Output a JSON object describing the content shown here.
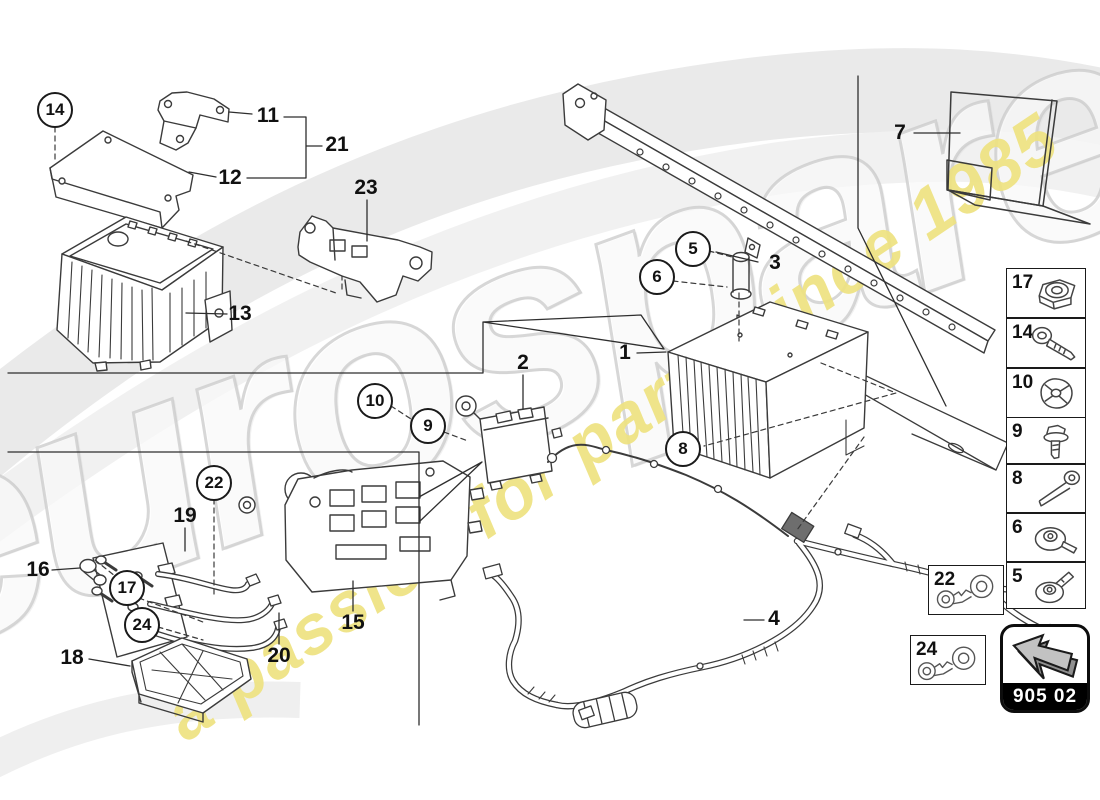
{
  "watermark": {
    "brand": "eurospares",
    "tagline": "a passion for parts since 1985",
    "brand_color": "#d9d9d9",
    "tagline_color": "#eee280"
  },
  "part_code_box": {
    "code": "905 02",
    "icon": "back-arrow-icon"
  },
  "legend": {
    "items": [
      {
        "number": "17",
        "icon": "lock-nut-icon"
      },
      {
        "number": "14",
        "icon": "pan-head-screw-icon"
      },
      {
        "number": "10",
        "icon": "cap-nut-icon"
      },
      {
        "number": "9",
        "icon": "flange-bolt-icon"
      },
      {
        "number": "8",
        "icon": "long-bolt-icon"
      },
      {
        "number": "6",
        "icon": "washer-screw-icon"
      },
      {
        "number": "5",
        "icon": "washer-screw-icon"
      }
    ]
  },
  "aux_parts": [
    {
      "number": "22",
      "icon": "ring-terminal-icon"
    },
    {
      "number": "24",
      "icon": "ring-terminal-icon"
    }
  ],
  "callouts": {
    "circled": [
      "14",
      "5",
      "6",
      "10",
      "9",
      "8",
      "22",
      "17",
      "24"
    ],
    "plain": [
      "11",
      "21",
      "12",
      "23",
      "13",
      "7",
      "3",
      "1",
      "2",
      "16",
      "19",
      "18",
      "20",
      "15",
      "4"
    ]
  },
  "line_color": "#3b3b3b"
}
